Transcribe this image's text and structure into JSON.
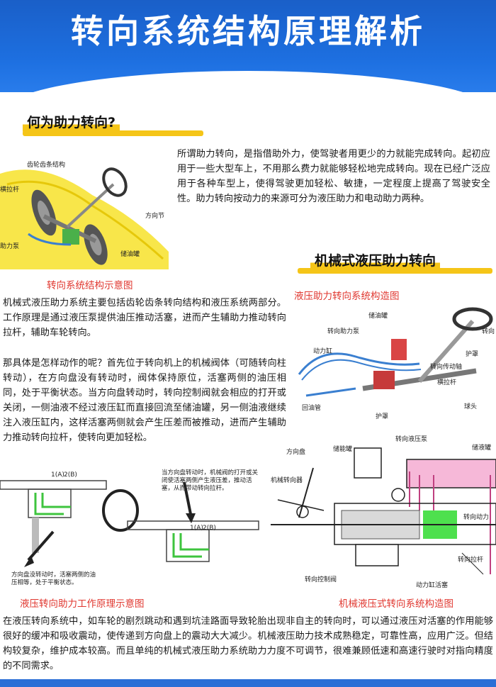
{
  "header": {
    "title": "转向系统结构原理解析"
  },
  "section1": {
    "heading": "何为助力转向?",
    "intro": "所谓助力转向，是指借助外力，使驾驶者用更少的力就能完成转向。起初应用于一些大型车上，不用那么费力就能够轻松地完成转向。现在已经广泛应用于各种车型上，使得驾驶更加轻松、敏捷，一定程度上提高了驾驶安全性。助力转向按动力的来源可分为液压助力和电动助力两种。",
    "figure_labels": {
      "rack": "齿轮齿条结构",
      "tie_rod": "横拉杆",
      "joint": "方向节",
      "pump": "助力泵",
      "reservoir": "储油罐"
    },
    "figure_caption": "转向系统结构示意图"
  },
  "section2": {
    "heading": "机械式液压助力转向",
    "para1": "机械式液压助力系统主要包括齿轮齿条转向结构和液压系统两部分。工作原理是通过液压泵提供油压推动活塞，进而产生辅助力推动转向拉杆，辅助车轮转向。",
    "para2": "那具体是怎样动作的呢？首先位于转向机上的机械阀体（可随转向柱转动），在方向盘没有转动时，阀体保持原位，活塞两侧的油压相同，处于平衡状态。当方向盘转动时，转向控制阀就会相应的打开或关闭，一侧油液不经过液压缸而直接回流至储油罐，另一侧油液继续注入液压缸内，这样活塞两侧就会产生压差而被推动，进而产生辅助力推动转向拉杆，使转向更加轻松。",
    "fig2_caption": "液压助力转向系统构造图",
    "fig2_labels": {
      "reservoir": "储油罐",
      "pump": "转向助力泵",
      "column": "转向",
      "cylinder": "动力缸",
      "boot": "护罩",
      "shaft": "转向传动轴",
      "tie_rod": "横拉杆",
      "return_pipe": "回油管",
      "boot2": "护罩",
      "ball": "球头"
    },
    "fig3_note_top": "当方向盘转动时，机械阀的打开或关闭使活塞两侧产生液压差，推动活塞，从而带动转向拉杆。",
    "fig3_note_bottom": "方向盘没转动时，活塞两侧的油压相等，处于平衡状态。",
    "fig3_caption": "液压转向助力工作原理示意图",
    "fig3_small": [
      "1(A)",
      "2(B)"
    ],
    "fig4_labels": {
      "pump": "转向液压泵",
      "wheel": "方向盘",
      "tank": "储能罐",
      "reservoir": "储液罐",
      "gear": "机械转向器",
      "cylinder": "转向动力",
      "rod": "转向拉杆",
      "valve": "转向控制阀",
      "piston": "动力缸活塞"
    },
    "fig4_caption": "机械液压式转向系统构造图",
    "para3": "在液压转向系统中，如车轮的剧烈跳动和遇到坑洼路面导致轮胎出现非自主的转向时，可以通过液压对活塞的作用能够很好的缓冲和吸收震动，使传递到方向盘上的震动大大减少。机械液压助力技术成熟稳定，可靠性高，应用广泛。但结构较复杂，维护成本较高。而且单纯的机械式液压助力系统助力力度不可调节，很难兼顾低速和高速行驶时对指向精度的不同需求。"
  },
  "colors": {
    "header_blue": "#1d6fe0",
    "highlight_yellow": "#f5c518",
    "caption_red": "#e0372f",
    "fluid_green": "#3ec43e",
    "reservoir_pink": "#f6b8d8"
  }
}
